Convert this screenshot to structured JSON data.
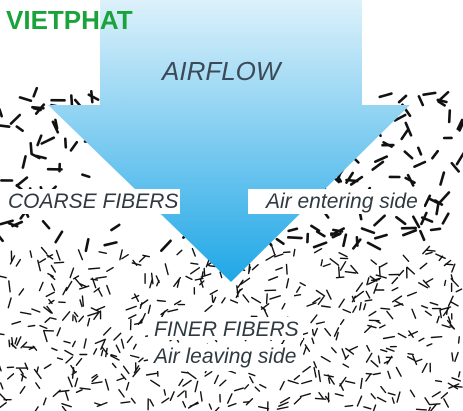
{
  "brand": {
    "name": "VIETPHAT",
    "color": "#1aa33a"
  },
  "diagram": {
    "airflow_label": "AIRFLOW",
    "coarse_label": "COARSE FIBERS",
    "air_entering_label": "Air entering side",
    "finer_label": "FINER FIBERS",
    "air_leaving_label": "Air leaving side"
  },
  "colors": {
    "arrow_top": "#ddf1fb",
    "arrow_bottom": "#1fa7e6",
    "fiber": "#111111"
  }
}
